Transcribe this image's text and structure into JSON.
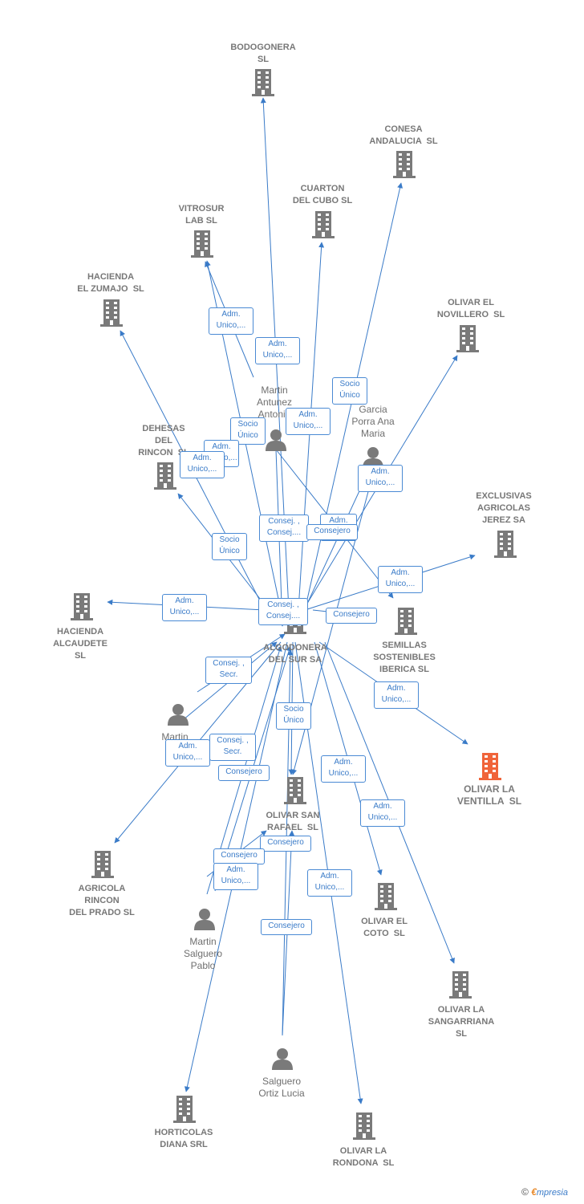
{
  "colors": {
    "edge": "#3a7bc8",
    "company": "#7a7a7a",
    "target": "#f0643a",
    "person": "#7a7a7a"
  },
  "companies": [
    {
      "id": "bodogonera",
      "label": "BODOGONERA\nSL",
      "icon": "building-icon"
    },
    {
      "id": "conesa",
      "label": "CONESA\nANDALUCIA  SL",
      "icon": "building-icon"
    },
    {
      "id": "cuarton",
      "label": "CUARTON\nDEL CUBO SL",
      "icon": "building-icon"
    },
    {
      "id": "vitrosur",
      "label": "VITROSUR\nLAB SL",
      "icon": "building-icon"
    },
    {
      "id": "zumajo",
      "label": "HACIENDA\nEL ZUMAJO  SL",
      "icon": "building-icon"
    },
    {
      "id": "novillero",
      "label": "OLIVAR EL\nNOVILLERO  SL",
      "icon": "building-icon"
    },
    {
      "id": "dehesas",
      "label": "DEHESAS\nDEL\nRINCON  SL",
      "icon": "building-icon"
    },
    {
      "id": "exclusivas",
      "label": "EXCLUSIVAS\nAGRICOLAS\nJEREZ SA",
      "icon": "building-icon"
    },
    {
      "id": "alcaudete",
      "label": "HACIENDA\nALCAUDETE\nSL",
      "icon": "building-icon"
    },
    {
      "id": "algodonera",
      "label": "ALGODONERA\nDEL SUR SA",
      "icon": "building-icon"
    },
    {
      "id": "semillas",
      "label": "SEMILLAS\nSOSTENIBLES\nIBERICA SL",
      "icon": "building-icon"
    },
    {
      "id": "ventilla",
      "label": "OLIVAR LA\nVENTILLA  SL",
      "icon": "building-icon",
      "highlight": true
    },
    {
      "id": "sanrafael",
      "label": "OLIVAR SAN\nRAFAEL  SL",
      "icon": "building-icon"
    },
    {
      "id": "agricola",
      "label": "AGRICOLA\nRINCON\nDEL PRADO SL",
      "icon": "building-icon"
    },
    {
      "id": "coto",
      "label": "OLIVAR EL\nCOTO  SL",
      "icon": "building-icon"
    },
    {
      "id": "sangarriana",
      "label": "OLIVAR LA\nSANGARRIANA\nSL",
      "icon": "building-icon"
    },
    {
      "id": "horticolas",
      "label": "HORTICOLAS\nDIANA SRL",
      "icon": "building-icon"
    },
    {
      "id": "rondona",
      "label": "OLIVAR LA\nRONDONA  SL",
      "icon": "building-icon"
    }
  ],
  "people": [
    {
      "id": "antonio",
      "label": "Martin\nAntunez\nAntonio",
      "icon": "person-icon"
    },
    {
      "id": "garcia",
      "label": "Garcia\nPorra Ana\nMaria",
      "icon": "person-icon"
    },
    {
      "id": "martinsa",
      "label": "Martin\nSa\nA",
      "icon": "person-icon"
    },
    {
      "id": "pablo",
      "label": "Martin\nSalguero\nPablo",
      "icon": "person-icon"
    },
    {
      "id": "lucia",
      "label": "Salguero\nOrtiz Lucia",
      "icon": "person-icon"
    }
  ],
  "edge_labels": [
    {
      "id": "e1",
      "text": "Adm.\nUnico,..."
    },
    {
      "id": "e2",
      "text": "Adm.\nUnico,..."
    },
    {
      "id": "e3",
      "text": "Socio\nÚnico"
    },
    {
      "id": "e4",
      "text": "Adm.\nUnico,..."
    },
    {
      "id": "e5",
      "text": "Socio\nÚnico"
    },
    {
      "id": "e6",
      "text": "Adm.\nUnico,..."
    },
    {
      "id": "e7",
      "text": "Adm.\nUnico,..."
    },
    {
      "id": "e8",
      "text": "Adm.\nUnico,..."
    },
    {
      "id": "e9",
      "text": "Socio\nÚnico"
    },
    {
      "id": "e10",
      "text": "Consej. ,\nConsej...."
    },
    {
      "id": "e11",
      "text": "Adm.\nUnico,..."
    },
    {
      "id": "e12",
      "text": "Consejero"
    },
    {
      "id": "e13",
      "text": "Adm.\nUnico,..."
    },
    {
      "id": "e14",
      "text": "Adm.\nUnico,..."
    },
    {
      "id": "e15",
      "text": "Consej. ,\nConsej...."
    },
    {
      "id": "e16",
      "text": "Consejero"
    },
    {
      "id": "e17",
      "text": "Consej. ,\nSecr."
    },
    {
      "id": "e18",
      "text": "Adm.\nUnico,..."
    },
    {
      "id": "e19",
      "text": "Socio\nÚnico"
    },
    {
      "id": "e20",
      "text": "Consej. ,\nSecr."
    },
    {
      "id": "e21",
      "text": "Adm.\nUnico,..."
    },
    {
      "id": "e22",
      "text": "Consejero"
    },
    {
      "id": "e23",
      "text": "Adm.\nUnico,..."
    },
    {
      "id": "e24",
      "text": "Adm.\nUnico,..."
    },
    {
      "id": "e25",
      "text": "Consejero"
    },
    {
      "id": "e26",
      "text": "Consejero"
    },
    {
      "id": "e27",
      "text": "Adm.\nUnico,..."
    },
    {
      "id": "e28",
      "text": "Adm.\nUnico,..."
    },
    {
      "id": "e29",
      "text": "Consejero"
    }
  ],
  "brand": {
    "copyright": "©",
    "e": "€",
    "rest": "mpresia"
  }
}
